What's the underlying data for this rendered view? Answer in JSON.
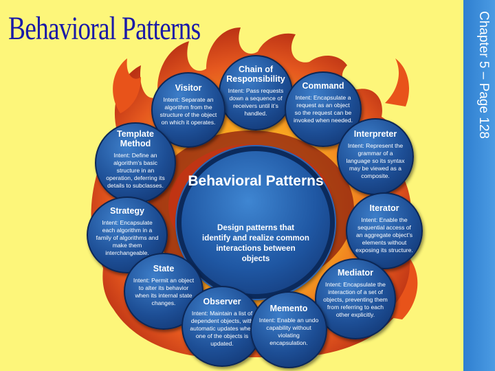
{
  "title": "Behavioral Patterns",
  "sidebar": {
    "chapter": "Chapter 5 – Page 128"
  },
  "center": {
    "title": "Behavioral Patterns",
    "description": "Design patterns that identify and realize common interactions between objects"
  },
  "patterns": {
    "chain": {
      "name": "Chain of Responsibility",
      "intent": "Intent: Pass requests down a sequence of receivers until it’s handled."
    },
    "command": {
      "name": "Command",
      "intent": "Intent: Encapsulate a request as an object so the request can be invoked when needed."
    },
    "interpreter": {
      "name": "Interpreter",
      "intent": "Intent: Represent the grammar of a language so its syntax may be viewed as a composite."
    },
    "iterator": {
      "name": "Iterator",
      "intent": "Intent: Enable the sequential access of an aggregate object’s elements without exposing its structure."
    },
    "mediator": {
      "name": "Mediator",
      "intent": "Intent: Encapsulate the interaction of a set of objects, preventing them from referring to each other explicitly."
    },
    "memento": {
      "name": "Memento",
      "intent": "Intent: Enable an undo capability without violating encapsulation."
    },
    "observer": {
      "name": "Observer",
      "intent": "Intent: Maintain a list of dependent objects, with automatic updates when one of the objects is updated."
    },
    "state": {
      "name": "State",
      "intent": "Intent: Permit an object to alter its behavior when its internal state changes."
    },
    "strategy": {
      "name": "Strategy",
      "intent": "Intent: Encapsulate each algorithm in a family of algorithms and make them interchangeable."
    },
    "template": {
      "name": "Template Method",
      "intent": "Intent: Define an algorithm’s basic structure in an operation, deferring its details to subclasses."
    },
    "visitor": {
      "name": "Visitor",
      "intent": "Intent: Separate an algorithm from the structure of the object on which it operates."
    }
  },
  "colors": {
    "background": "#fdf67a",
    "title": "#1a1aa8",
    "sidebar": "#3a8ad6",
    "bubble": "#1d4e95",
    "flame": "#e8531a"
  }
}
